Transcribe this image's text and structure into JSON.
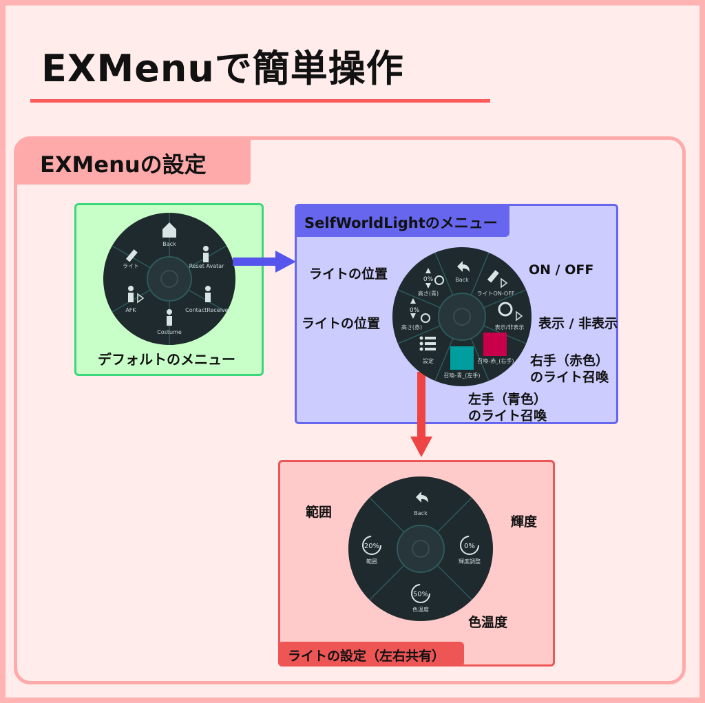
{
  "title": "EXMenuで簡単操作",
  "section_title": "EXMenuの設定",
  "default_menu": {
    "caption": "デフォルトのメニュー",
    "items": [
      "Back",
      "Reset Avatar",
      "ContactReceiver",
      "Costume",
      "AFK",
      "ライト"
    ]
  },
  "swl_menu": {
    "header": "SelfWorldLightのメニュー",
    "items": [
      "Back",
      "ライトON-OFF",
      "表示/非表示",
      "召喚-赤_(右手)",
      "召喚-青_(左手)",
      "設定",
      "高さ(赤)",
      "高さ(青)"
    ],
    "percent_labels": [
      "0%",
      "0%"
    ],
    "annotations": {
      "pos1": "ライトの位置",
      "pos2": "ライトの位置",
      "onoff": "ON / OFF",
      "show": "表示 / 非表示",
      "right1": "右手（赤色）",
      "right2": "のライト召喚",
      "left1": "左手（青色）",
      "left2": "のライト召喚"
    },
    "colors": {
      "red_swatch": "#c8004a",
      "blue_swatch": "#009e9e"
    }
  },
  "settings_menu": {
    "footer": "ライトの設定（左右共有）",
    "items": [
      "Back",
      "輝度調整",
      "色温度",
      "範囲"
    ],
    "values": [
      "0%",
      "50%",
      "20%"
    ],
    "annotations": {
      "range": "範囲",
      "brightness": "輝度",
      "temperature": "色温度"
    }
  },
  "colors": {
    "accent_red": "#ff5a5a",
    "green_border": "#3cd67b",
    "blue_border": "#6666ee",
    "arrow_blue": "#5555ee",
    "arrow_red": "#ee4444",
    "dial_bg": "#1e2a2e"
  }
}
